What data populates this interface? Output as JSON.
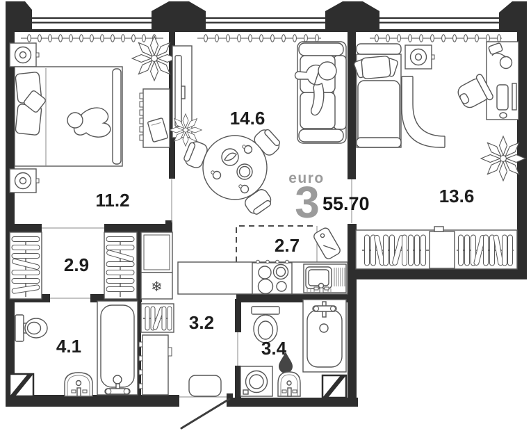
{
  "plan": {
    "brand": {
      "label": "euro",
      "number": "3",
      "area_total": "55.70"
    },
    "rooms": [
      {
        "id": "bedroom-main",
        "area": "11.2"
      },
      {
        "id": "living-room",
        "area": "14.6"
      },
      {
        "id": "bedroom-second",
        "area": "13.6"
      },
      {
        "id": "hallway",
        "area": "2.9"
      },
      {
        "id": "bathroom-main",
        "area": "4.1"
      },
      {
        "id": "corridor",
        "area": "3.2"
      },
      {
        "id": "kitchen-niche",
        "area": "2.7"
      },
      {
        "id": "bathroom-second",
        "area": "3.4"
      }
    ],
    "icons": {
      "snowflake": "❄"
    },
    "colors": {
      "wall": "#2e2e2e",
      "furniture_line": "#575757",
      "label_text": "#1d1d1d",
      "brand_gray": "#9b9b9b",
      "background": "#ffffff"
    }
  }
}
